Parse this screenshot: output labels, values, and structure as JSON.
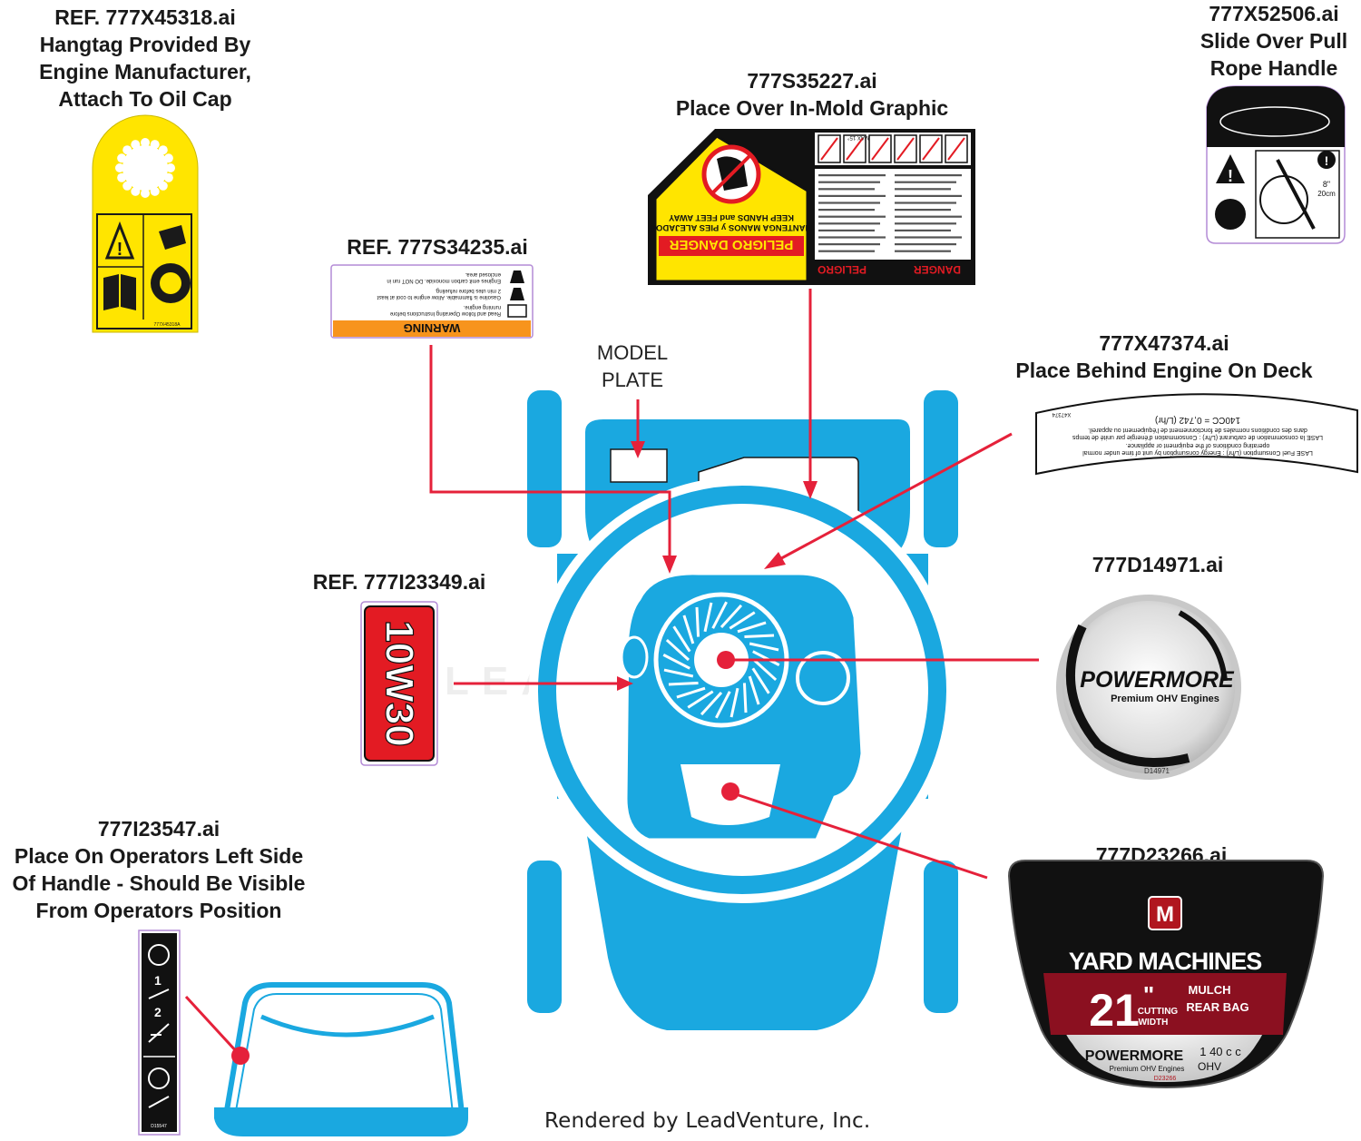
{
  "captions": {
    "hangtag": [
      "REF. 777X45318.ai",
      "Hangtag Provided By",
      "Engine Manufacturer,",
      "Attach To Oil Cap"
    ],
    "pull_rope": [
      "777X52506.ai",
      "Slide Over Pull",
      "Rope Handle"
    ],
    "in_mold": [
      "777S35227.ai",
      "Place Over In-Mold Graphic"
    ],
    "warning_ref": [
      "REF. 777S34235.ai"
    ],
    "behind_engine": [
      "777X47374.ai",
      "Place Behind Engine On Deck"
    ],
    "oil_ref": [
      "REF. 777I23349.ai"
    ],
    "engine_logo": [
      "777D14971.ai"
    ],
    "handle": [
      "777I23547.ai",
      "Place On Operators Left Side",
      "Of Handle - Should Be Visible",
      "From Operators Position"
    ],
    "deck_logo": [
      "777D23266.ai"
    ],
    "model_plate": [
      "MODEL",
      "PLATE"
    ]
  },
  "decals": {
    "hangtag_code": "777X45318A",
    "warning": {
      "header": "WARNING",
      "lines": [
        "Read and follow Operating Instructions before",
        "running engine.",
        "Gasoline is flammable. Allow engine to cool at least",
        "2 min utes before refueling.",
        "Engines emit carbon monoxide. DO NOT run in",
        "enclosed area."
      ]
    },
    "danger": {
      "header_left": "PELIGRO",
      "header_right": "DANGER",
      "sign_title": "PELIGRO DANGER",
      "sign_lines": [
        "MANTENGA MANOS y PIES ALEJADOS",
        "KEEP HANDS and FEET AWAY"
      ],
      "small_label": "MAX 15°"
    },
    "fuel": {
      "lines": [
        "LASE Fuel Consumption (L/hr) : Energy consumption by unit of time under normal",
        "operating conditions of the equipment or appliance.",
        "LASE la consommation de carburant (L/hr) : Consommation d'énergie par unité de temps",
        "dans des conditions normales de fonctionnement de l'équipement ou appareil.",
        "140CC = 0,742 (L/hr)"
      ],
      "code": "X47374"
    },
    "oil": "10W30",
    "engine_logo": {
      "brand": "POWERMORE",
      "sub": "Premium OHV Engines",
      "code": "D14971"
    },
    "deck_logo": {
      "brand": "YARD MACHINES",
      "size": "21",
      "unit": "\"",
      "cut": [
        "CUTTING",
        "WIDTH"
      ],
      "modes": [
        "MULCH",
        "REAR BAG"
      ],
      "engine": "POWERMORE",
      "engine_sub": "Premium OHV Engines",
      "cc": "1 40  c c",
      "ohv": "OHV",
      "code": "D23266"
    },
    "handle_steps": [
      "1",
      "2"
    ],
    "handle_code": "D15547",
    "pull_dims": [
      "8\"",
      "20cm"
    ]
  },
  "watermark": "LEADVENTURE",
  "footer": "Rendered by LeadVenture, Inc.",
  "colors": {
    "mower": "#1aa8e0",
    "leader": "#e5213a",
    "yellow": "#ffe500",
    "danger_red": "#e31b23",
    "warning_orange": "#f7941d"
  }
}
